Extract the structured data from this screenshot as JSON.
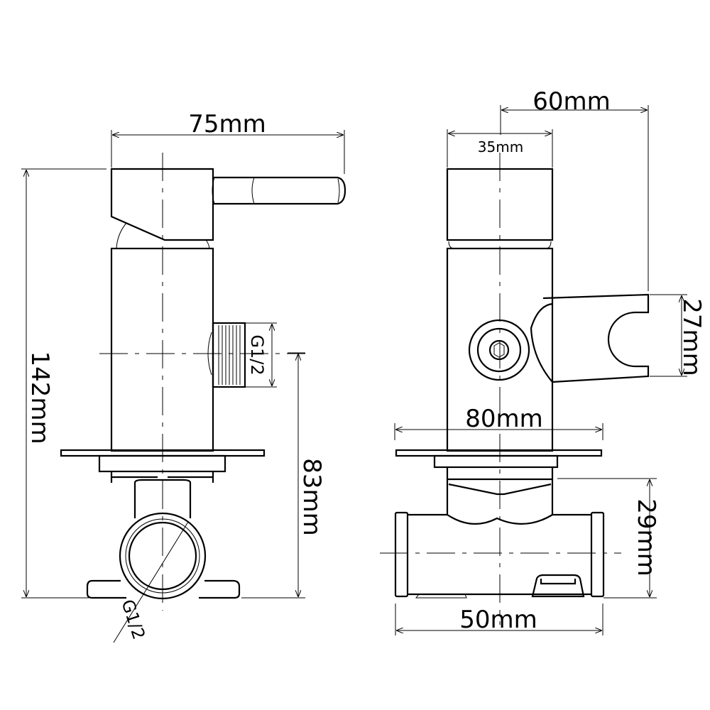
{
  "left_view": {
    "width_label": "75mm",
    "height_label": "142mm",
    "outlet_label": "G1/2",
    "outlet_height_label": "83mm",
    "inlet_label": "G1/2"
  },
  "right_view": {
    "depth_label": "60mm",
    "handle_label": "35mm",
    "holder_label": "27mm",
    "plate_label": "80mm",
    "body_label": "29mm",
    "pipe_label": "50mm"
  },
  "colors": {
    "line": "#000000",
    "background": "#ffffff"
  }
}
